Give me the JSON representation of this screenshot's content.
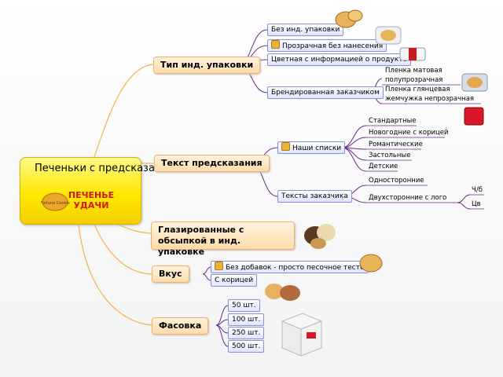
{
  "central": {
    "title": "Печеньки с предсказаниями",
    "logo_text": "ПЕЧЕНЬЕ УДАЧИ",
    "logo_badge": "Fortune Cookie"
  },
  "packaging": {
    "title": "Тип инд. упаковки",
    "items": [
      "Без инд. упаковки",
      "Прозрачная без нанесения",
      "Цветная с информацией о продукте",
      "Брендированная заказчиком"
    ],
    "branded_options": [
      "Пленка матовая полупрозрачная",
      "Пленка глянцевая жемчужка непрозрачная"
    ]
  },
  "text": {
    "title": "Текст предсказания",
    "our_lists": "Наши списки",
    "lists": [
      "Стандартные",
      "Новогодние с корицей",
      "Романтические",
      "Застольные",
      "Детские"
    ],
    "customer": "Тексты заказчика",
    "customer_options": [
      "Односторонние",
      "Двухсторонние с лого"
    ],
    "logo_options": [
      "Ч/б",
      "Цв"
    ]
  },
  "glazed": {
    "title": "Глазированные с обсыпкой в инд. упаковке"
  },
  "taste": {
    "title": "Вкус",
    "items": [
      "Без добавок - просто песочное тесто",
      "С корицей"
    ]
  },
  "packing": {
    "title": "Фасовка",
    "items": [
      "50 шт.",
      "100 шт.",
      "250 шт.",
      "500 шт."
    ]
  },
  "colors": {
    "branch": "#f5b445",
    "sub_branch": "#6a2a86",
    "central_fill": "#ffe800",
    "main_fill": "#ffdcae",
    "sub_fill": "#dee4ff"
  }
}
